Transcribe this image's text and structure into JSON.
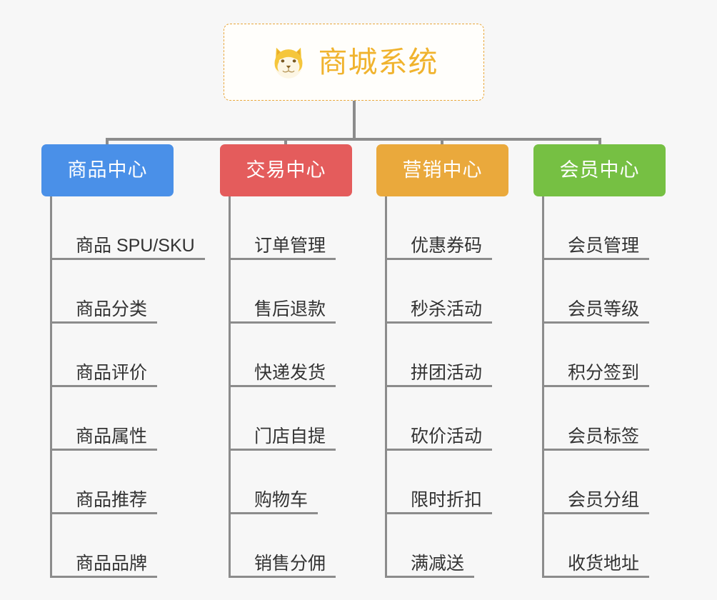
{
  "canvas": {
    "background": "#f7f7f7",
    "line_color": "#8c8c8c"
  },
  "root": {
    "title": "商城系统",
    "icon": "shiba-dog-face-icon",
    "accent_color": "#f0b32e",
    "border_style": "dashed",
    "border_color": "#e9a83c"
  },
  "columns": [
    {
      "title": "商品中心",
      "color": "#4a90e8",
      "items": [
        "商品 SPU/SKU",
        "商品分类",
        "商品评价",
        "商品属性",
        "商品推荐",
        "商品品牌"
      ]
    },
    {
      "title": "交易中心",
      "color": "#e45c5c",
      "items": [
        "订单管理",
        "售后退款",
        "快递发货",
        "门店自提",
        "购物车",
        "销售分佣"
      ]
    },
    {
      "title": "营销中心",
      "color": "#eaa93c",
      "items": [
        "优惠券码",
        "秒杀活动",
        "拼团活动",
        "砍价活动",
        "限时折扣",
        "满减送"
      ]
    },
    {
      "title": "会员中心",
      "color": "#76c043",
      "items": [
        "会员管理",
        "会员等级",
        "积分签到",
        "会员标签",
        "会员分组",
        "收货地址"
      ]
    }
  ]
}
